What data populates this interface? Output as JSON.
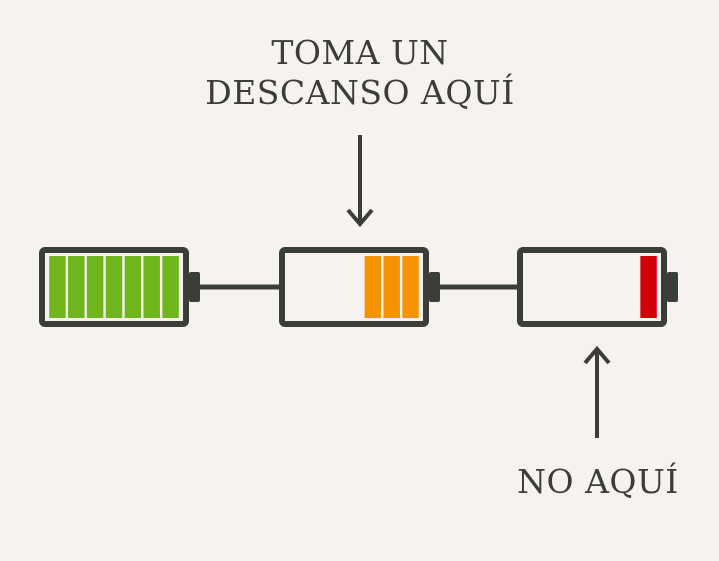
{
  "top_label": {
    "line1": "TOMA UN",
    "line2": "DESCANSO AQUÍ"
  },
  "bottom_label": "NO AQUÍ",
  "colors": {
    "outline": "#3a3d38",
    "background": "#f6f2ef",
    "bar_gap": "#f3f6d6"
  },
  "batteries": [
    {
      "name": "full",
      "filled_bars": 7,
      "total_bars": 7,
      "color": "#6fb51c"
    },
    {
      "name": "medium",
      "filled_bars": 3,
      "total_bars": 7,
      "color": "#f59300"
    },
    {
      "name": "low",
      "filled_bars": 1,
      "total_bars": 7,
      "color": "#d20008"
    }
  ]
}
